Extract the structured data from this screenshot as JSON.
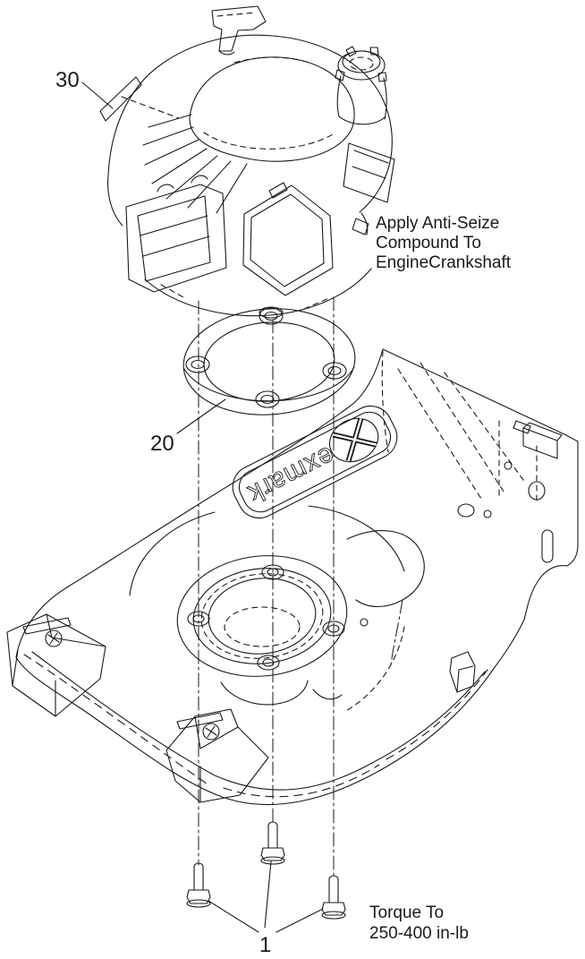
{
  "figure": {
    "description": "Exploded parts diagram: engine, gasket and mower deck assembly"
  },
  "colors": {
    "background": "#ffffff",
    "line": "#1a1a1a"
  },
  "callouts": {
    "decal": "30",
    "gasket": "20",
    "bolt": "1"
  },
  "annotations": {
    "anti_seize": {
      "lines": [
        "Apply Anti-Seize",
        "Compound To",
        "EngineCrankshaft"
      ]
    },
    "torque": {
      "lines": [
        "Torque To",
        "250-400 in-lb"
      ]
    }
  },
  "logo": {
    "brand": "exmark"
  }
}
